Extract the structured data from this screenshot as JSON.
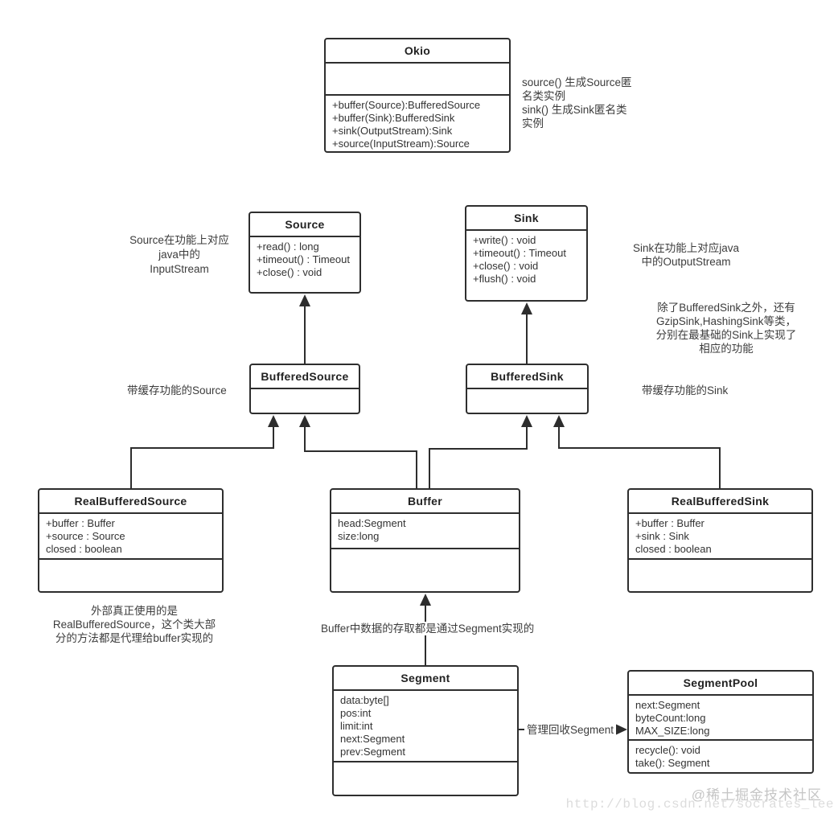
{
  "classes": {
    "okio": {
      "title": "Okio",
      "attributes": [],
      "methods": [
        "+buffer(Source):BufferedSource",
        "+buffer(Sink):BufferedSink",
        "+sink(OutputStream):Sink",
        "+source(InputStream):Source"
      ]
    },
    "source": {
      "title": "Source",
      "methods": [
        "+read() : long",
        "+timeout() : Timeout",
        "+close() : void"
      ]
    },
    "sink": {
      "title": "Sink",
      "methods": [
        "+write() : void",
        "+timeout() : Timeout",
        "+close() : void",
        "+flush() : void"
      ]
    },
    "buffered_source": {
      "title": "BufferedSource"
    },
    "buffered_sink": {
      "title": "BufferedSink"
    },
    "real_buffered_source": {
      "title": "RealBufferedSource",
      "attributes": [
        "+buffer : Buffer",
        "+source : Source",
        "closed : boolean"
      ]
    },
    "buffer": {
      "title": "Buffer",
      "attributes": [
        "head:Segment",
        "size:long"
      ]
    },
    "real_buffered_sink": {
      "title": "RealBufferedSink",
      "attributes": [
        "+buffer : Buffer",
        "+sink : Sink",
        "closed : boolean"
      ]
    },
    "segment": {
      "title": "Segment",
      "attributes": [
        "data:byte[]",
        "pos:int",
        "limit:int",
        "next:Segment",
        "prev:Segment"
      ]
    },
    "segment_pool": {
      "title": "SegmentPool",
      "attributes": [
        "next:Segment",
        "byteCount:long",
        "MAX_SIZE:long"
      ],
      "methods": [
        "recycle(): void",
        "take(): Segment"
      ]
    }
  },
  "notes": {
    "okio": "source() 生成Source匿\n名类实例\n sink() 生成Sink匿名类\n实例",
    "source": "Source在功能上对应\njava中的\nInputStream",
    "sink": "Sink在功能上对应java\n中的OutputStream",
    "sink_variants": "除了BufferedSink之外，还有\nGzipSink,HashingSink等类，\n分别在最基础的Sink上实现了\n相应的功能",
    "buffered_source": "带缓存功能的Source",
    "buffered_sink": "带缓存功能的Sink",
    "real_buffered_source": "外部真正使用的是\nRealBufferedSource，这个类大部\n分的方法都是代理给buffer实现的",
    "buffer_segment": "Buffer中数据的存取都是通过Segment实现的",
    "segment_pool_edge": "管理回收Segment"
  },
  "watermark": {
    "community": "@稀土掘金技术社区",
    "url": "http://blog.csdn.net/socrates_lee"
  },
  "colors": {
    "line": "#2d2d2d",
    "text": "#333333",
    "watermark": "#c5c5c5",
    "watermark_url": "#dcdcdc"
  }
}
